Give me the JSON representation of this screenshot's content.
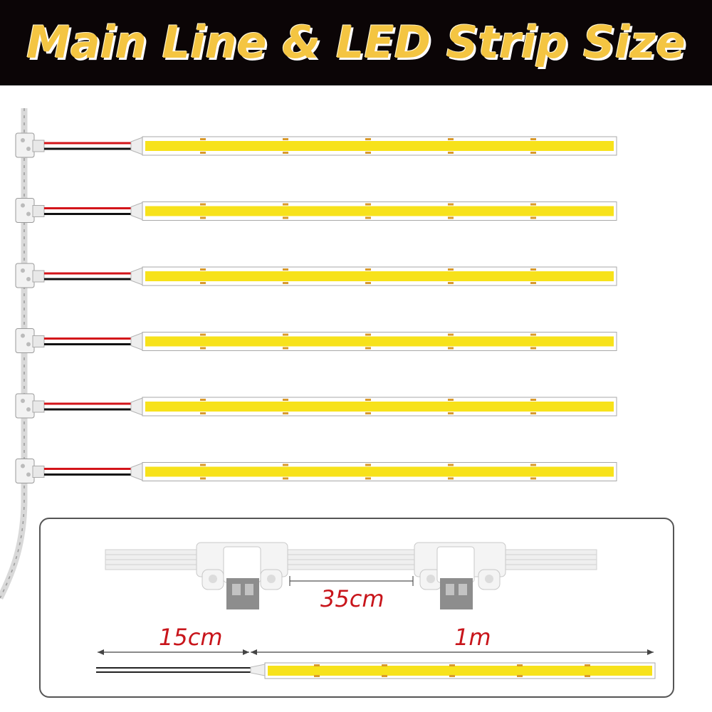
{
  "banner": {
    "title": "Main Line & LED Strip Size"
  },
  "colors": {
    "banner_bg": "#0b0506",
    "title": "#f4c542",
    "led_yellow": "#f7e21b",
    "dimension_text": "#c8151b",
    "wire_red": "#d3141a",
    "wire_black": "#111111"
  },
  "diagram": {
    "strip_count": 6,
    "detail": {
      "connector_spacing": "35cm",
      "lead_wire_length": "15cm",
      "strip_length": "1m"
    }
  }
}
